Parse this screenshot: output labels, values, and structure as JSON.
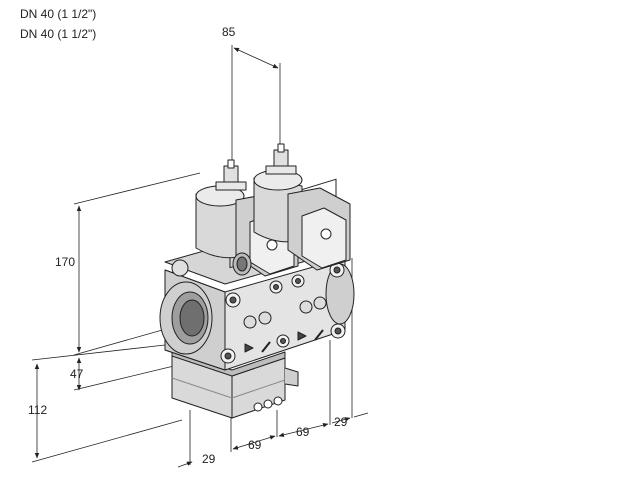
{
  "header": {
    "lines": [
      "DN 40 (1 1/2\")",
      "DN 40 (1 1/2\")"
    ]
  },
  "dimensions": {
    "top_width": "85",
    "height_total": "170",
    "height_lower": "47",
    "base_height": "112",
    "depth_left": "29",
    "width_left": "69",
    "width_right": "69",
    "depth_right": "29"
  }
}
